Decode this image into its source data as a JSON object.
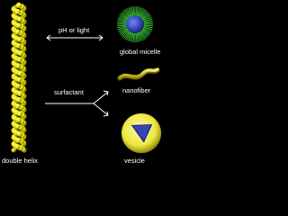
{
  "labels": {
    "condition_top": "pH  or  light",
    "product_top": "global micelle",
    "condition_bottom": "surfactant",
    "product_right": "nanofiber",
    "source": "double helix",
    "product_bottom": "vesicle"
  },
  "colors": {
    "background": "#000000",
    "helix": "#e6e200",
    "micelle_core": "#2a3fa0",
    "micelle_spikes": "#3fd23a",
    "nanofiber": "#e6d800",
    "vesicle_shell": "#ece63a",
    "vesicle_inner": "#2a3fa0",
    "arrow": "#ffffff"
  },
  "icons": [
    "double-helix-icon",
    "global-micelle-icon",
    "nanofiber-icon",
    "vesicle-icon"
  ]
}
